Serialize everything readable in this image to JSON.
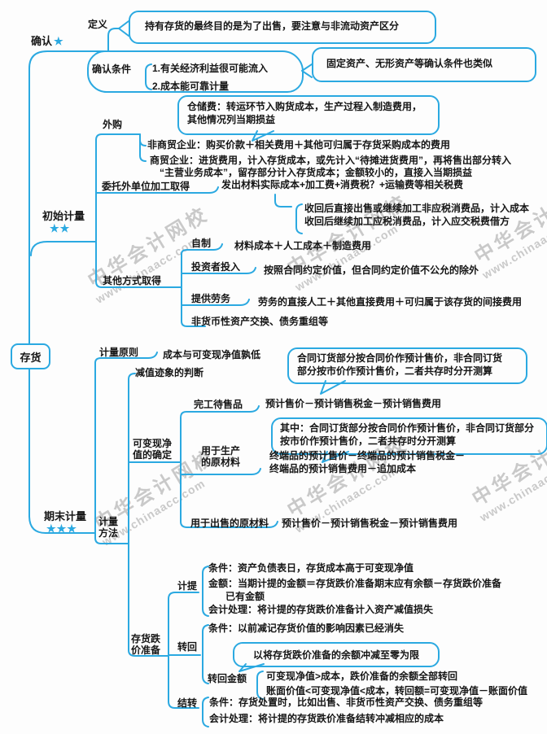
{
  "root": {
    "label": "存货"
  },
  "confirm": {
    "label": "确认",
    "star": "★",
    "definition": {
      "label": "定义",
      "bubble": "持有存货的最终目的是为了出售，要注意与非流动资产区分"
    },
    "conditions": {
      "label": "确认条件",
      "item1": "1.有关经济利益很可能流入",
      "item2": "2.成本能可靠计量",
      "note": "固定资产、无形资产等确认条件也类似"
    }
  },
  "initial": {
    "label": "初始计量",
    "stars": "★★",
    "purchase": {
      "label": "外购",
      "warehouse_note1": "仓储费：转运环节入购货成本，生产过程入制造费用，",
      "warehouse_note2": "其他情况列当期损益",
      "non_trading": "非商贸企业：购买价款＋相关费用＋其他可归属于存货采购成本的费用",
      "trading1": "商贸企业：进货费用，计入存货成本，或先计入“待摊进货费用”，再将售出部分转入",
      "trading2": "“主营业务成本”，留存部分计入存货成本；金额较小的，直接入当期损益"
    },
    "outsourced": {
      "label": "委托外单位加工取得",
      "formula": "发出材料实际成本+加工费+消费税？+运输费等相关税费",
      "note1": "收回后直接出售或继续加工非应税消费品，计入成本",
      "note2": "收回后继续加工应税消费品，计入应交税费借方"
    },
    "other": {
      "label": "其他方式取得",
      "self_made": {
        "label": "自制",
        "formula": "材料成本＋人工成本＋制造费用"
      },
      "investor": {
        "label": "投资者投入",
        "formula": "按照合同约定价值，但合同约定价值不公允的除外"
      },
      "service": {
        "label": "提供劳务",
        "formula": "劳务的直接人工＋其他直接费用＋可归属于该存货的间接费用"
      },
      "nonmonetary": {
        "label": "非货币性资产交换、债务重组等"
      }
    }
  },
  "ending": {
    "label": "期末计量",
    "stars": "★★★",
    "principle": {
      "label": "计量原则",
      "formula": "成本与可变现净值孰低"
    },
    "method": {
      "label1": "计量",
      "label2": "方法",
      "impairment_sign": {
        "label": "减值迹象的判断"
      },
      "nrv": {
        "label1": "可变现净",
        "label2": "值的确定",
        "finished": {
          "label": "完工待售品",
          "formula": "预计售价－预计销售税金－预计销售费用",
          "bubble1": "合同订货部分按合同价作预计售价，非合同订货",
          "bubble2": "部分按市价作预计售价，二者共存时分开测算"
        },
        "material_production": {
          "label1": "用于生产",
          "label2": "的原材料",
          "bubble1": "其中：合同订货部分按合同价作预计售价，非合同订货部分",
          "bubble2": "按市价作预计售价，二者共存时分开测算",
          "formula1": "终端品的预计售价－终端品的预计销售税金－",
          "formula2": "终端品的预计销售费用－追加成本"
        },
        "material_sale": {
          "label": "用于出售的原材料",
          "formula": "预计售价－预计销售税金－预计销售费用"
        }
      },
      "provision": {
        "label1": "存货跌",
        "label2": "价准备",
        "accrual": {
          "label": "计提",
          "condition": "条件：资产负债表日，存货成本高于可变现净值",
          "amount1": "金额：当期计提的金额＝存货跌价准备期末应有余额－存货跌价准备",
          "amount2": "已有金额",
          "accounting": "会计处理：将计提的存货跌价准备计入资产减值损失"
        },
        "reversal": {
          "label": "转回",
          "condition": "条件：以前减记存货价值的影响因素已经消失",
          "bubble": "以将存货跌价准备的余额冲减至零为限",
          "amount_label": "转回金额",
          "amount1": "可变现净值>成本，跌价准备的余额全部转回",
          "amount2": "账面价值<可变现净值<成本，转回额=可变现净值－账面价值"
        },
        "carryover": {
          "label": "结转",
          "condition": "条件：存货处置时，比如出售、非货币性资产交换、债务重组等",
          "accounting": "会计处理：将计提的存货跌价准备结转冲减相应的成本"
        }
      }
    }
  },
  "watermark": {
    "line1": "中华会计网校",
    "line2": "www.chinaacc.com"
  },
  "colors": {
    "line": "#2BA9E1",
    "text": "#151515",
    "watermark": "#C9C9C9"
  }
}
